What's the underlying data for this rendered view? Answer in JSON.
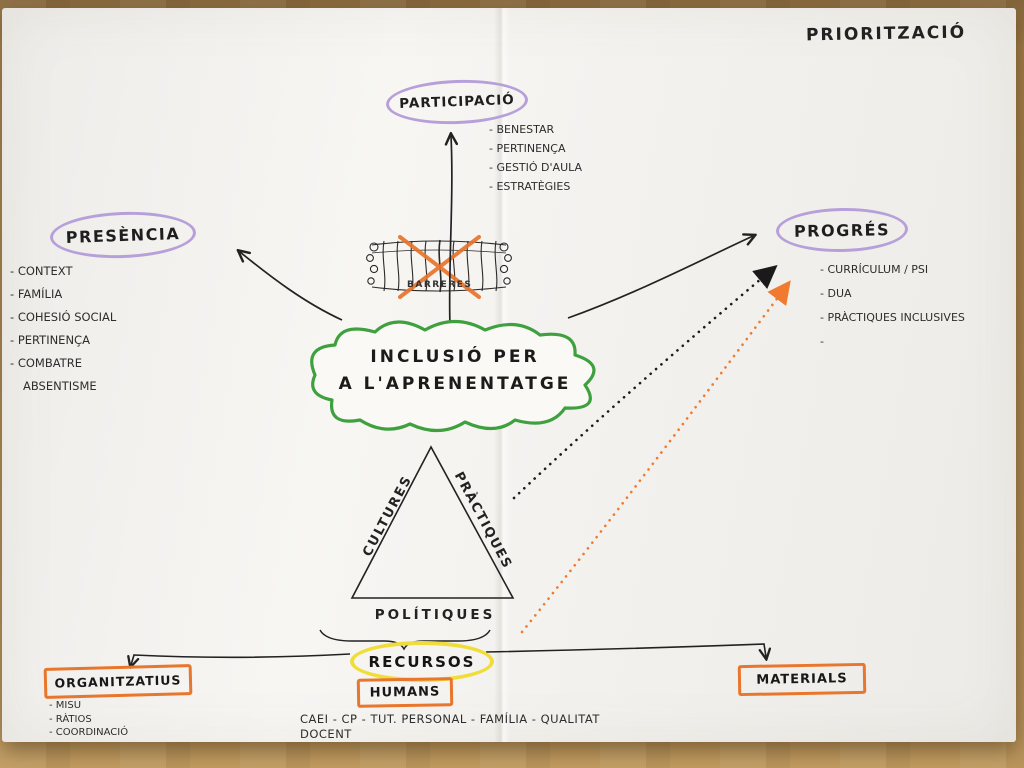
{
  "title": "PRIORITZACIÓ",
  "participacio": {
    "label": "PARTICIPACIÓ",
    "items": [
      "BENESTAR",
      "PERTINENÇA",
      "GESTIÓ D'AULA",
      "ESTRATÈGIES"
    ]
  },
  "presencia": {
    "label": "PRESÈNCIA",
    "items": [
      "CONTEXT",
      "FAMÍLIA",
      "COHESIÓ SOCIAL",
      "PERTINENÇA",
      "COMBATRE ABSENTISME"
    ]
  },
  "progres": {
    "label": "PROGRÉS",
    "items": [
      "CURRÍCULUM / PSI",
      "DUA",
      "PRÀCTIQUES INCLUSIVES",
      ""
    ]
  },
  "center": {
    "line1": "INCLUSIÓ PER",
    "line2": "A L'APRENENTATGE"
  },
  "barreres_label": "BARRERES",
  "triangle": {
    "left": "CULTURES",
    "right": "PRÀCTIQUES",
    "bottom": "POLÍTIQUES"
  },
  "recursos": {
    "label": "RECURSOS",
    "organitzatius": {
      "label": "ORGANITZATIUS",
      "items": [
        "MISU",
        "RÀTIOS",
        "COORDINACIÓ"
      ]
    },
    "humans": {
      "label": "HUMANS",
      "roles": "CAEI - CP - TUT. PERSONAL - FAMÍLIA - QUALITAT DOCENT"
    },
    "materials": {
      "label": "MATERIALS"
    }
  },
  "colors": {
    "purple": "#b7a0da",
    "green": "#3ea03e",
    "orange": "#e8762c",
    "yellow": "#f0dd3a",
    "ink": "#222222"
  }
}
